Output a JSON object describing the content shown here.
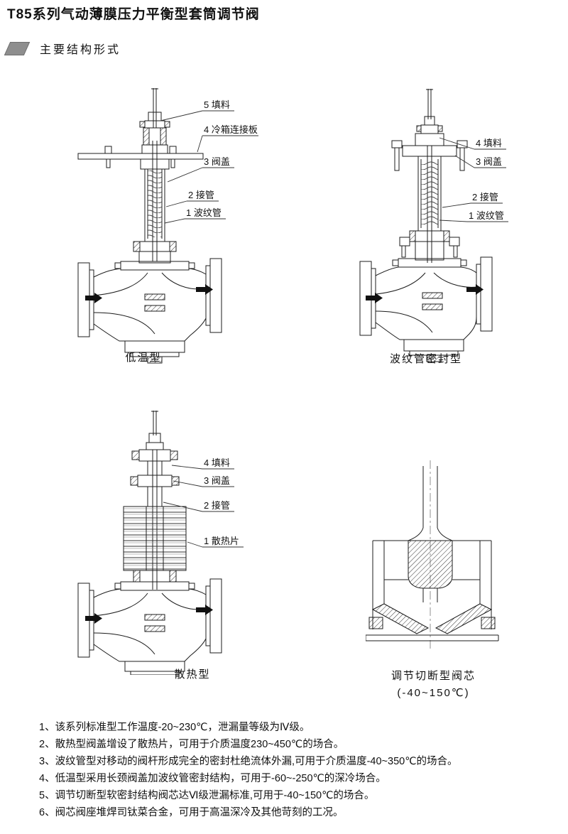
{
  "page": {
    "title": "T85系列气动薄膜压力平衡型套筒调节阀",
    "section_header": "主要结构形式"
  },
  "diagrams": [
    {
      "caption": "低温型",
      "labels": [
        "5 填料",
        "4 冷箱连接板",
        "3 阀盖",
        "2 接管",
        "1 波纹管"
      ]
    },
    {
      "caption": "波纹管密封型",
      "labels": [
        "4 填料",
        "3 阀盖",
        "2 接管",
        "1 波纹管"
      ]
    },
    {
      "caption": "散热型",
      "labels": [
        "4 填料",
        "3 阀盖",
        "2 接管",
        "1 散热片"
      ]
    },
    {
      "caption": "调节切断型阀芯",
      "caption_sub": "(-40~150℃)",
      "labels": []
    }
  ],
  "notes": [
    "1、该系列标准型工作温度-20~230℃，泄漏量等级为Ⅳ级。",
    "2、散热型阀盖增设了散热片，可用于介质温度230~450℃的场合。",
    "3、波纹管型对移动的阀杆形成完全的密封杜绝流体外漏,可用于介质温度-40~350℃的场合。",
    "4、低温型采用长颈阀盖加波纹管密封结构，可用于-60~-250℃的深冷场合。",
    "5、调节切断型软密封结构阀芯达Ⅵ级泄漏标准,可用于-40~150℃的场合。",
    "6、阀芯阀座堆焊司钛菜合金，可用于高温深冷及其他苛刻的工况。"
  ]
}
